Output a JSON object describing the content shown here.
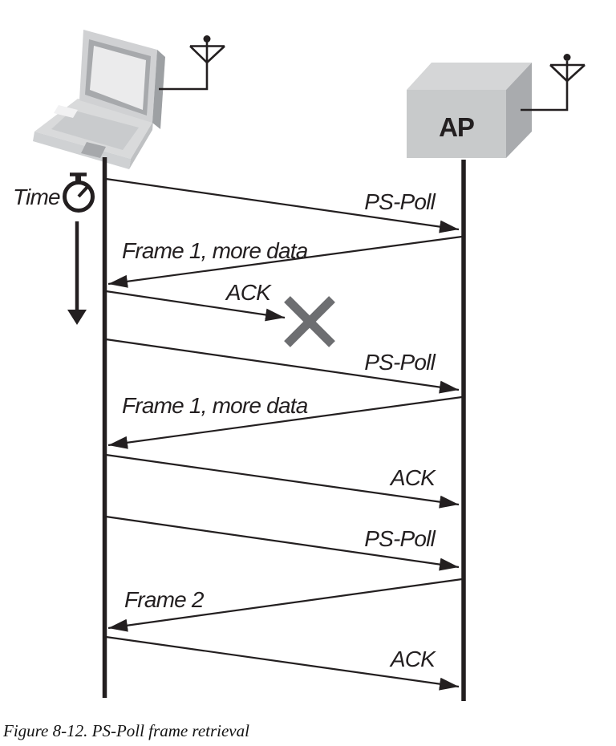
{
  "figure": {
    "caption": "Figure 8-12. PS-Poll frame retrieval",
    "time_label": "Time",
    "ap_label": "AP"
  },
  "nodes": {
    "station": {
      "kind": "laptop-with-antenna",
      "label": ""
    },
    "access_point": {
      "kind": "box-with-antenna",
      "label": "AP"
    }
  },
  "messages": [
    {
      "label": "PS-Poll",
      "from": "station",
      "to": "ap",
      "status": "delivered"
    },
    {
      "label": "Frame 1, more data",
      "from": "ap",
      "to": "station",
      "status": "delivered"
    },
    {
      "label": "ACK",
      "from": "station",
      "to": "ap",
      "status": "lost"
    },
    {
      "label": "PS-Poll",
      "from": "station",
      "to": "ap",
      "status": "delivered"
    },
    {
      "label": "Frame 1, more data",
      "from": "ap",
      "to": "station",
      "status": "delivered"
    },
    {
      "label": "ACK",
      "from": "station",
      "to": "ap",
      "status": "delivered"
    },
    {
      "label": "PS-Poll",
      "from": "station",
      "to": "ap",
      "status": "delivered"
    },
    {
      "label": "Frame 2",
      "from": "ap",
      "to": "station",
      "status": "delivered"
    },
    {
      "label": "ACK",
      "from": "station",
      "to": "ap",
      "status": "delivered"
    }
  ],
  "icons": {
    "stopwatch": "stopwatch-icon",
    "station_antenna": "antenna-icon",
    "ap_antenna": "antenna-icon",
    "lost_frame_marker": "x-icon",
    "time_direction": "down-arrow-icon"
  },
  "colors": {
    "line": "#231f20",
    "lost_x": "#6d6e71",
    "device_light": "#d9dadb",
    "device_mid": "#c8cacb",
    "device_dark": "#9da0a3",
    "screen": "#ebebec",
    "background": "#ffffff"
  }
}
